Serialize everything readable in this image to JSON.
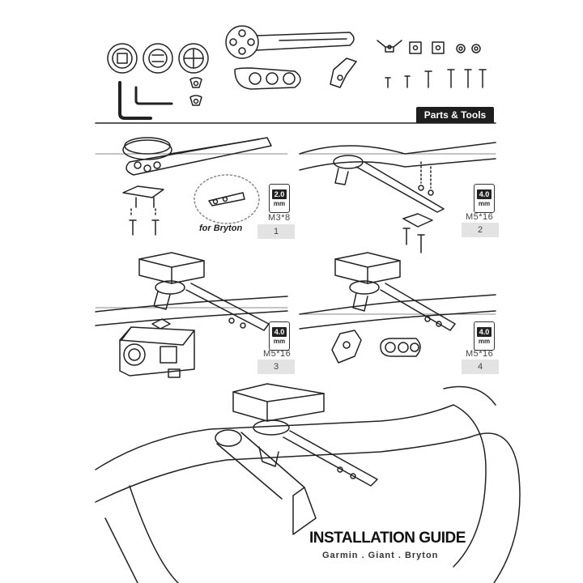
{
  "header": {
    "tab_label": "Parts & Tools"
  },
  "steps": [
    {
      "number": "1",
      "tool_size": "2.0",
      "tool_unit": "mm",
      "screw": "M3*8",
      "note": "for Bryton"
    },
    {
      "number": "2",
      "tool_size": "4.0",
      "tool_unit": "mm",
      "screw": "M5*16"
    },
    {
      "number": "3",
      "tool_size": "4.0",
      "tool_unit": "mm",
      "screw": "M5*16"
    },
    {
      "number": "4",
      "tool_size": "4.0",
      "tool_unit": "mm",
      "screw": "M5*16"
    }
  ],
  "footer": {
    "title": "INSTALLATION GUIDE",
    "subtitle": "Garmin . Giant . Bryton"
  },
  "colors": {
    "ink": "#1e1e1e",
    "step_box": "#e3e3e3"
  }
}
